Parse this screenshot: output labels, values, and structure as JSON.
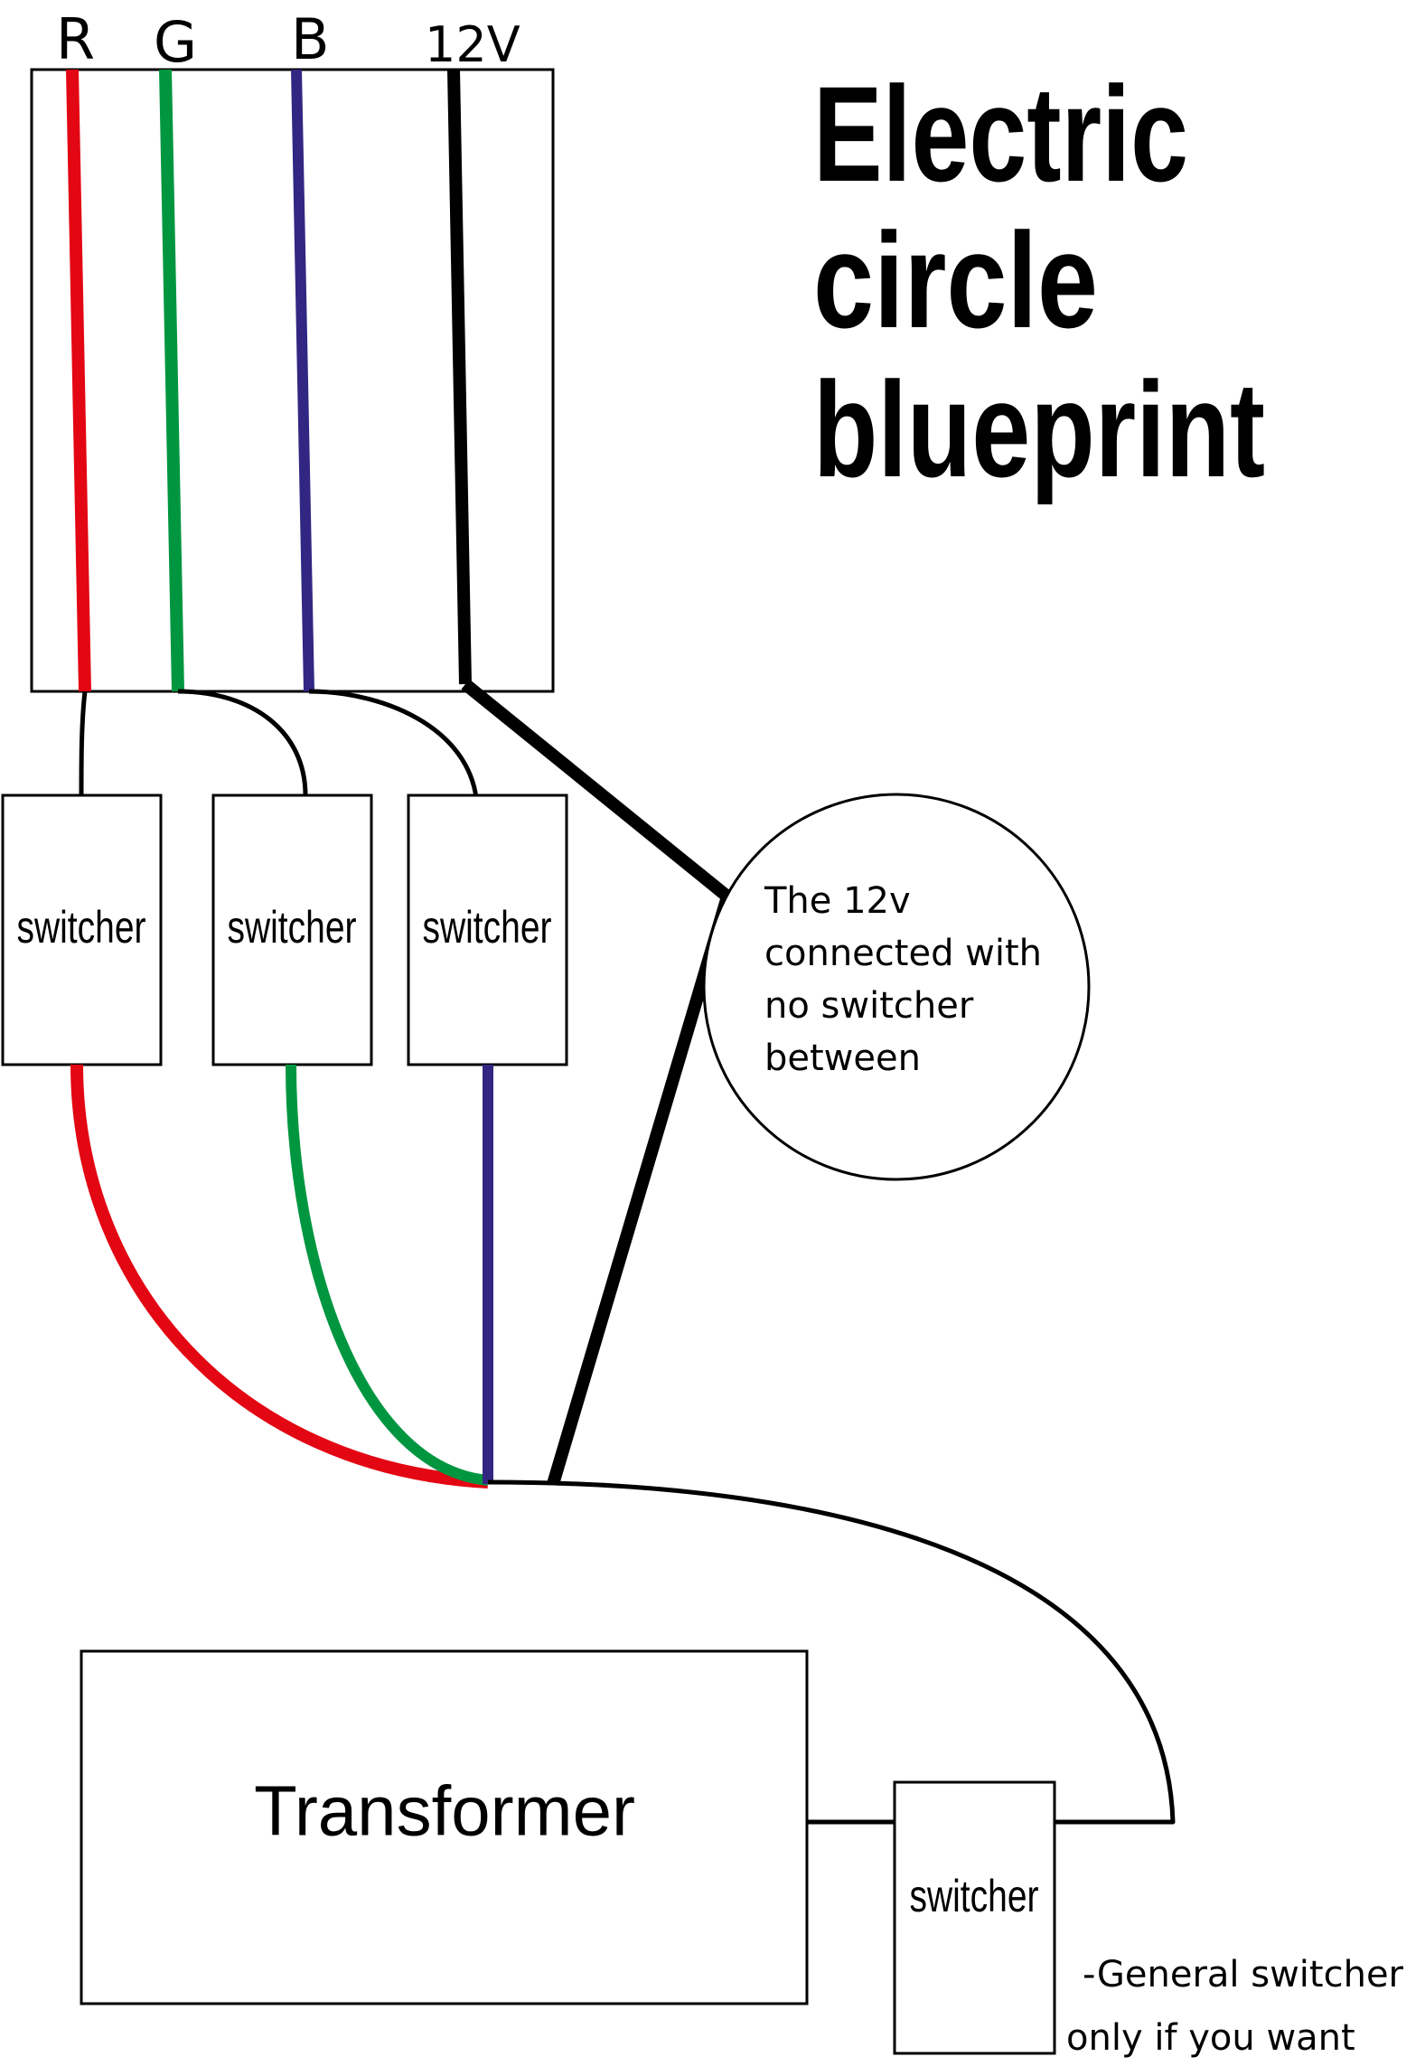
{
  "diagram": {
    "title_lines": [
      "Electric",
      "circle",
      "blueprint"
    ],
    "wire_labels": {
      "r": "R",
      "g": "G",
      "b": "B",
      "v12": "12V"
    },
    "switchers": {
      "red": "switcher",
      "green": "switcher",
      "blue": "switcher",
      "general": "switcher"
    },
    "transformer_label": "Transformer",
    "callout_lines": [
      "The 12v",
      "connected with",
      "no switcher",
      "between"
    ],
    "note_lines": [
      "-General switcher",
      "only if you want"
    ],
    "colors": {
      "red": "#e30613",
      "green": "#009640",
      "blue": "#312783",
      "black": "#000000"
    }
  }
}
